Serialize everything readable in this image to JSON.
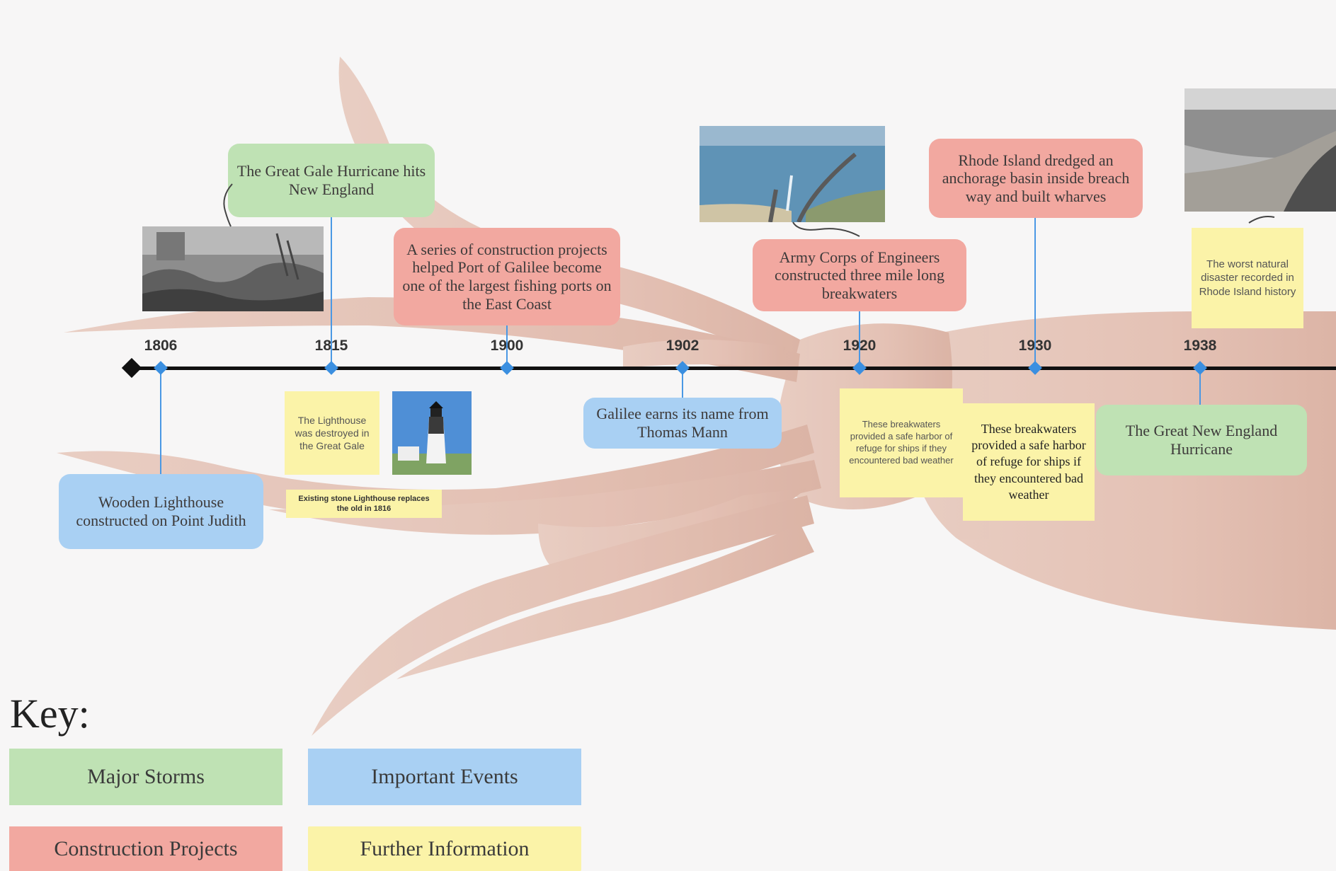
{
  "colors": {
    "major_storms": "#bfe2b4",
    "important_events": "#a9d0f3",
    "construction_projects": "#f2a8a0",
    "further_information": "#fbf3a8",
    "timeline": "#111111",
    "marker": "#3b8fe0"
  },
  "years": [
    "1806",
    "1815",
    "1900",
    "1902",
    "1920",
    "1930",
    "1938"
  ],
  "events": {
    "wooden_lighthouse": "Wooden Lighthouse constructed on Point Judith",
    "great_gale": "The Great Gale Hurricane hits New England",
    "construction_series": "A series of construction projects helped Port of Galilee become one of the largest fishing ports on the East Coast",
    "galilee_name": "Galilee earns its name from Thomas Mann",
    "breakwaters": "Army Corps of Engineers constructed three mile long breakwaters",
    "anchorage_basin": "Rhode Island dredged an anchorage basin inside breach way and built wharves",
    "great_ne_hurricane": "The Great New England Hurricane"
  },
  "notes": {
    "lighthouse_destroyed": "The Lighthouse was destroyed in the Great Gale",
    "stone_lighthouse": "Existing stone Lighthouse replaces the old in 1816",
    "breakwaters_small": "These breakwaters provided a safe harbor of refuge for ships if they encountered bad weather",
    "breakwaters_large": "These breakwaters provided a safe harbor of refuge for ships if they encountered bad weather",
    "worst_disaster": "The worst natural disaster recorded in Rhode Island history"
  },
  "key": {
    "title": "Key:",
    "major_storms": "Major Storms",
    "important_events": "Important Events",
    "construction_projects": "Construction Projects",
    "further_information": "Further Information"
  },
  "photos": {
    "storm_engraving": "storm-engraving-image",
    "lighthouse": "lighthouse-image",
    "breakwater_aerial": "breakwater-aerial-image",
    "beach_photo": "hurricane-beach-image"
  }
}
